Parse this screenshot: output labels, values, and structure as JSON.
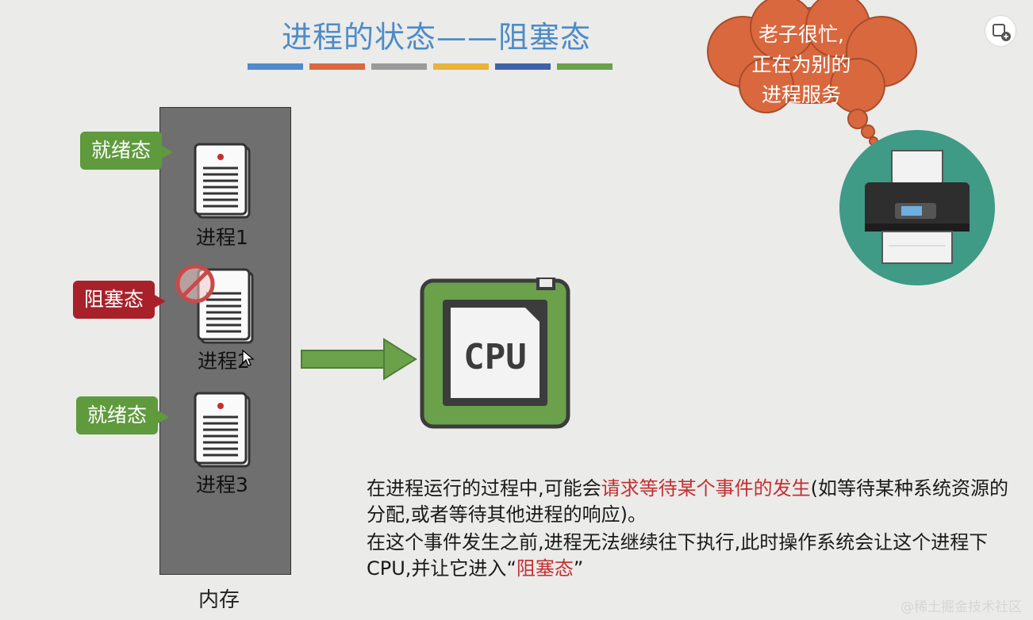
{
  "title": "进程的状态——阻塞态",
  "title_bar_colors": [
    "#4f8cc9",
    "#d9683f",
    "#9a9a9a",
    "#e7b33a",
    "#3f62a8",
    "#6aa14a"
  ],
  "memory_label": "内存",
  "processes": [
    {
      "label": "进程1",
      "state": "就绪态"
    },
    {
      "label": "进程2",
      "state": "阻塞态"
    },
    {
      "label": "进程3",
      "state": "就绪态"
    }
  ],
  "cpu_label": "CPU",
  "printer_bubble": {
    "line1": "老子很忙,",
    "line2": "正在为别的",
    "line3": "进程服务"
  },
  "description": {
    "p1_before": "在进程运行的过程中,可能会",
    "p1_highlight": "请求等待某个事件的发生",
    "p1_after": "(如等待某种系统资源的分配,或者等待其他进程的响应)。",
    "p2_before": "在这个事件发生之前,进程无法继续往下执行,此时操作系统会让这个进程下CPU,并让它进入",
    "p2_quote_open": "“",
    "p2_highlight": "阻塞态",
    "p2_quote_close": "”"
  },
  "watermark": "@稀土掘金技术社区",
  "colors": {
    "ready": "#5f9a3d",
    "blocked": "#a8212a",
    "cpu_green": "#6aa14a",
    "bubble": "#d9683f",
    "printer_circle": "#3f9a86",
    "highlight": "#c23030"
  }
}
